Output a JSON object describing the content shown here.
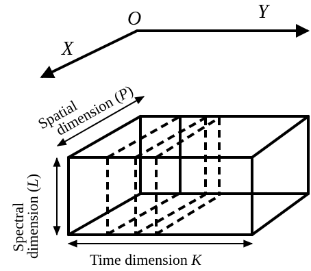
{
  "axes": {
    "origin": "O",
    "x": "X",
    "y": "Y"
  },
  "labels": {
    "spatial_line1": "Spatial",
    "spatial_line2": "dimension (",
    "spatial_var": "P",
    "spatial_close": ")",
    "spectral_line1": "Spectral",
    "spectral_line2": "dimension (",
    "spectral_var": "L",
    "spectral_close": ")",
    "time_text": "Time dimension ",
    "time_var": "K"
  }
}
